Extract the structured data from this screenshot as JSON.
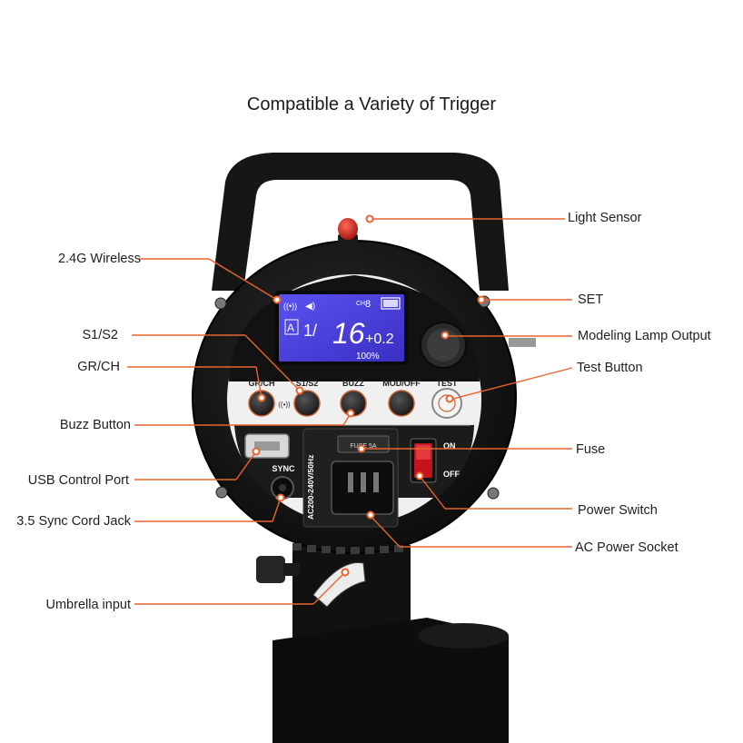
{
  "title": "Compatible a Variety of Trigger",
  "callouts": {
    "light_sensor": "Light Sensor",
    "set": "SET",
    "modeling_lamp_output": "Modeling Lamp Output",
    "test_button": "Test Button",
    "fuse": "Fuse",
    "power_switch": "Power Switch",
    "ac_power_socket": "AC Power Socket",
    "wireless": "2.4G Wireless",
    "s1s2": "S1/S2",
    "grch": "GR/CH",
    "buzz_button": "Buzz Button",
    "usb_control_port": "USB Control Port",
    "sync_cord_jack": "3.5 Sync Cord Jack",
    "umbrella_input": "Umbrella input"
  },
  "panel": {
    "buttons": [
      "GR/CH",
      "S1/S2",
      "BUZZ",
      "MOD/OFF",
      "TEST"
    ],
    "sync_label": "SYNC",
    "switch_on": "ON",
    "switch_off": "OFF",
    "voltage_label": "AC200-240V/50Hz",
    "fuse_label": "FUSE 5A"
  },
  "lcd": {
    "mode": "A",
    "channel_label": "CH",
    "channel": "8",
    "power_fraction": "1/",
    "power_value": "16",
    "power_offset": "+0.2",
    "percent": "100%"
  },
  "colors": {
    "accent": "#e8642c",
    "lcd_background": "#4a3fd8",
    "body": "#141414"
  }
}
